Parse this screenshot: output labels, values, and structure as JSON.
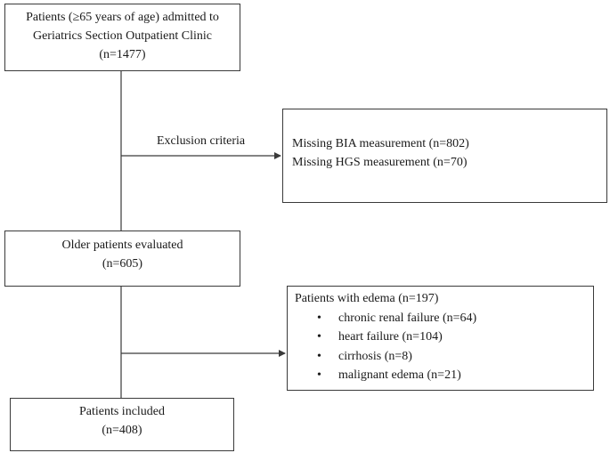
{
  "flow": {
    "top_box": {
      "lines": [
        "Patients (≥65 years of age) admitted to",
        "Geriatrics Section Outpatient Clinic",
        "(n=1477)"
      ]
    },
    "exclusion_label": "Exclusion criteria",
    "exclusion_box": {
      "lines": [
        "Missing BIA measurement (n=802)",
        "Missing HGS measurement (n=70)"
      ]
    },
    "evaluated_box": {
      "lines": [
        "Older patients evaluated",
        "(n=605)"
      ]
    },
    "edema_box": {
      "title": "Patients with edema (n=197)",
      "bullet_char": "•",
      "items": [
        "chronic renal failure (n=64)",
        "heart failure (n=104)",
        "cirrhosis (n=8)",
        "malignant edema (n=21)"
      ]
    },
    "included_box": {
      "lines": [
        "Patients included",
        "(n=408)"
      ]
    }
  },
  "colors": {
    "line": "#3a3a3a",
    "text": "#1a1a1a",
    "background": "#ffffff"
  }
}
